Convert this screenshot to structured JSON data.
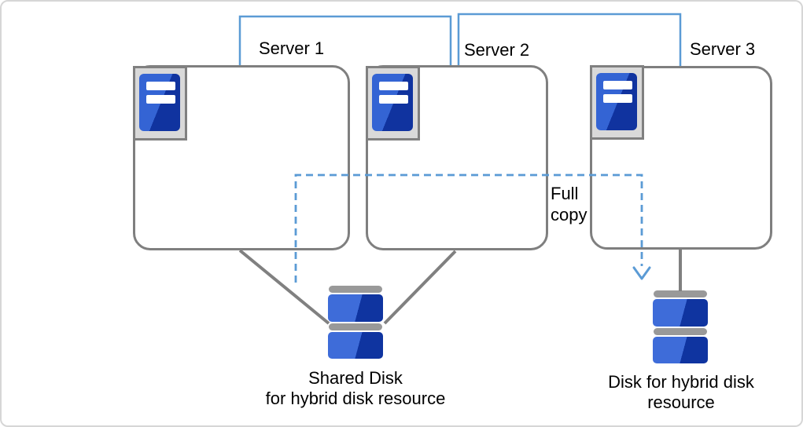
{
  "diagram": {
    "servers": [
      {
        "label": "Server 1"
      },
      {
        "label": "Server 2"
      },
      {
        "label": "Server 3"
      }
    ],
    "full_copy_label": "Full\ncopy",
    "shared_disk_label": "Shared Disk\nfor hybrid disk resource",
    "hybrid_disk_label": "Disk for hybrid disk\nresource",
    "icons": {
      "server": "server-icon",
      "disk": "disk-icon",
      "arrow_down": "arrow-down-icon"
    },
    "colors": {
      "network_line": "#5b9bd5",
      "copy_arrow": "#5b9bd5",
      "box_border": "#7f7f7f",
      "connector_gray": "#808080",
      "icon_blue_light": "#3464d4",
      "icon_blue_dark": "#10339f",
      "icon_frame_bg": "#d9d9d9",
      "disk_cap_gray": "#999999",
      "text": "#000000",
      "page_border": "#d6d6d6"
    }
  }
}
